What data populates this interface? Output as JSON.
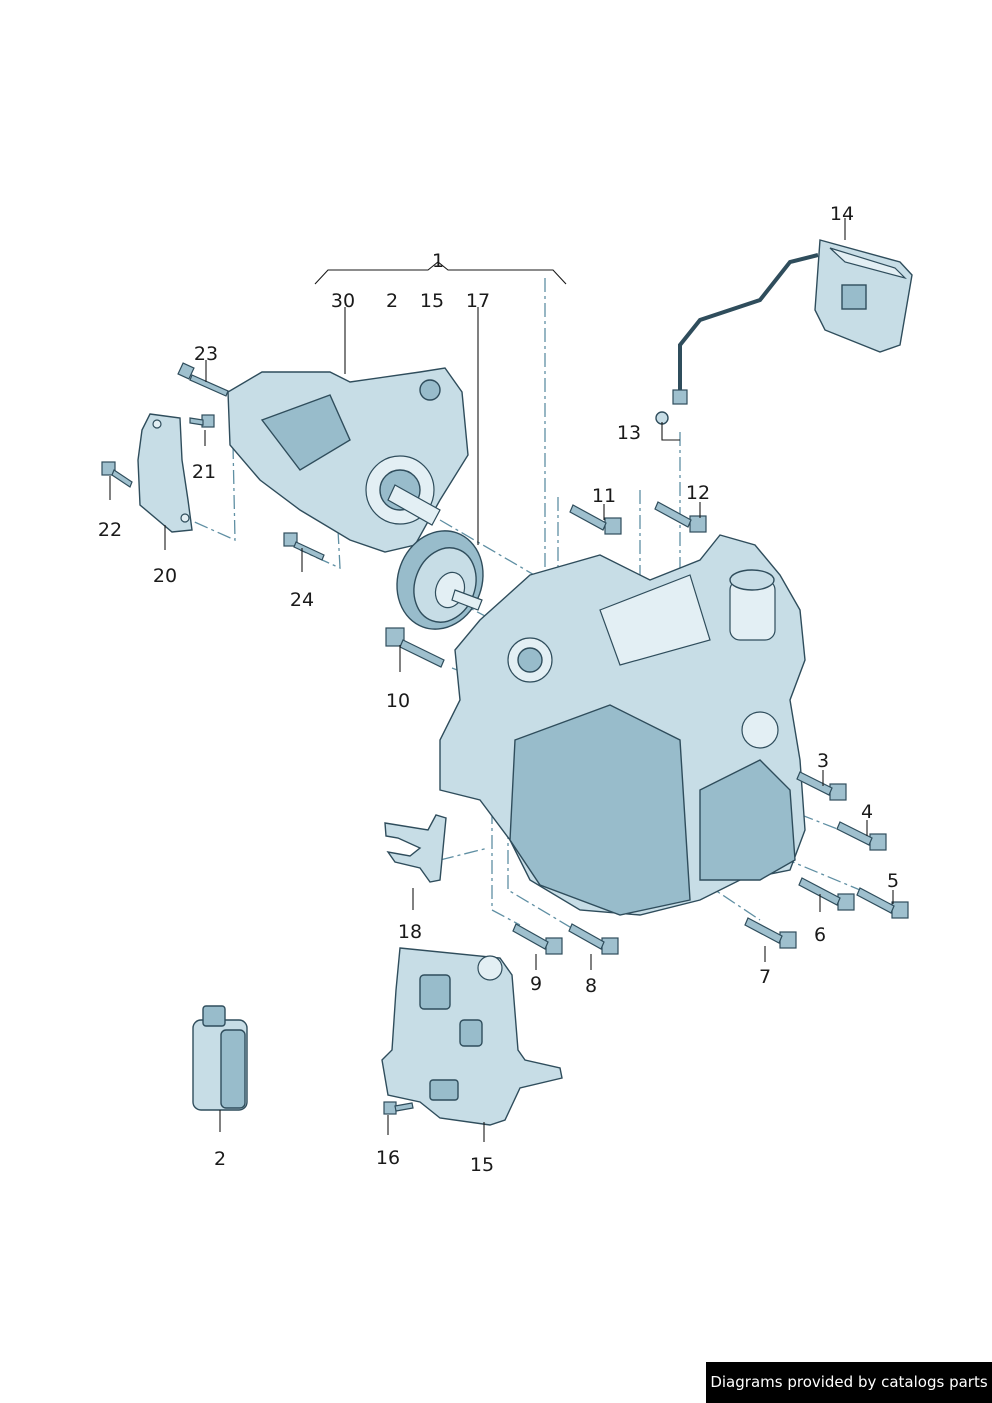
{
  "labels": {
    "l1": "1",
    "l30": "30",
    "l2a": "2",
    "l15a": "15",
    "l17": "17",
    "l23": "23",
    "l21": "21",
    "l22": "22",
    "l20": "20",
    "l24": "24",
    "l10": "10",
    "l11": "11",
    "l12": "12",
    "l13": "13",
    "l14": "14",
    "l3": "3",
    "l4": "4",
    "l5": "5",
    "l6": "6",
    "l7": "7",
    "l8": "8",
    "l9": "9",
    "l18": "18",
    "l2b": "2",
    "l16": "16",
    "l15b": "15"
  },
  "credit": "Diagrams provided by catalogs parts"
}
